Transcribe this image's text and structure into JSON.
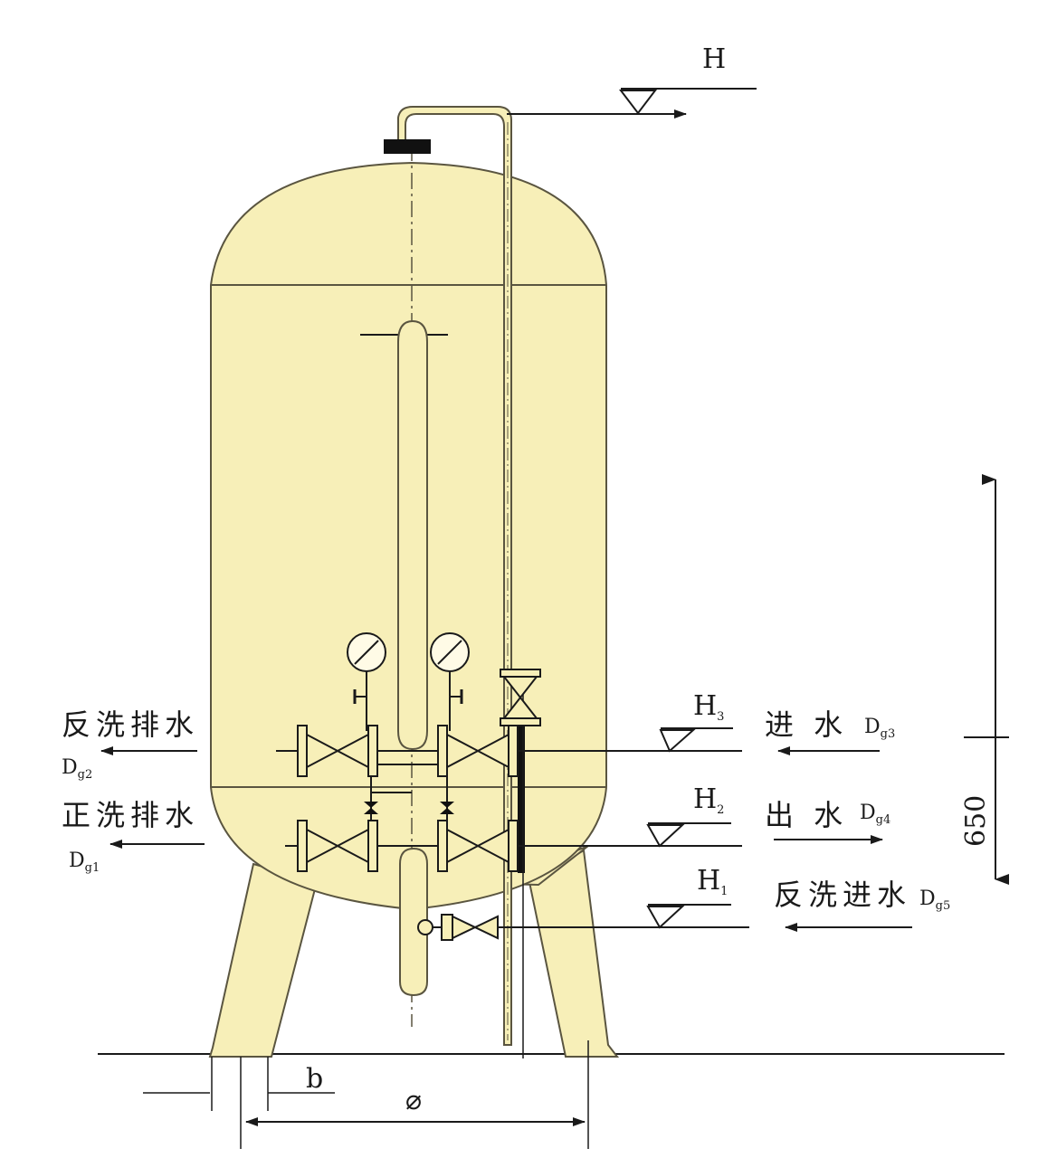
{
  "colors": {
    "vessel_fill": "#f7efb8",
    "vessel_stroke": "#5a5540",
    "line": "#1a1a1a",
    "gauge_fill": "#fffbe6"
  },
  "labels": {
    "top_level": "H",
    "h3": {
      "main": "H",
      "sub": "3"
    },
    "h2": {
      "main": "H",
      "sub": "2"
    },
    "h1": {
      "main": "H",
      "sub": "1"
    },
    "inlet": "进 水",
    "inlet_dg": {
      "main": "D",
      "sub": "g3"
    },
    "outlet": "出 水",
    "outlet_dg": {
      "main": "D",
      "sub": "g4"
    },
    "backwash_inlet": "反洗进水",
    "backwash_inlet_dg": {
      "main": "D",
      "sub": "g5"
    },
    "backwash_drain": "反洗排水",
    "backwash_drain_dg": {
      "main": "D",
      "sub": "g2"
    },
    "forward_wash_drain": "正洗排水",
    "forward_wash_drain_dg": {
      "main": "D",
      "sub": "g1"
    },
    "height_dim": "650",
    "leg_width_dim": "b",
    "diameter_dim": "⌀"
  },
  "icons": [
    "pressure-gauge-icon",
    "gate-valve-icon",
    "small-valve-icon",
    "level-triangle-icon",
    "flow-arrow-icon"
  ]
}
